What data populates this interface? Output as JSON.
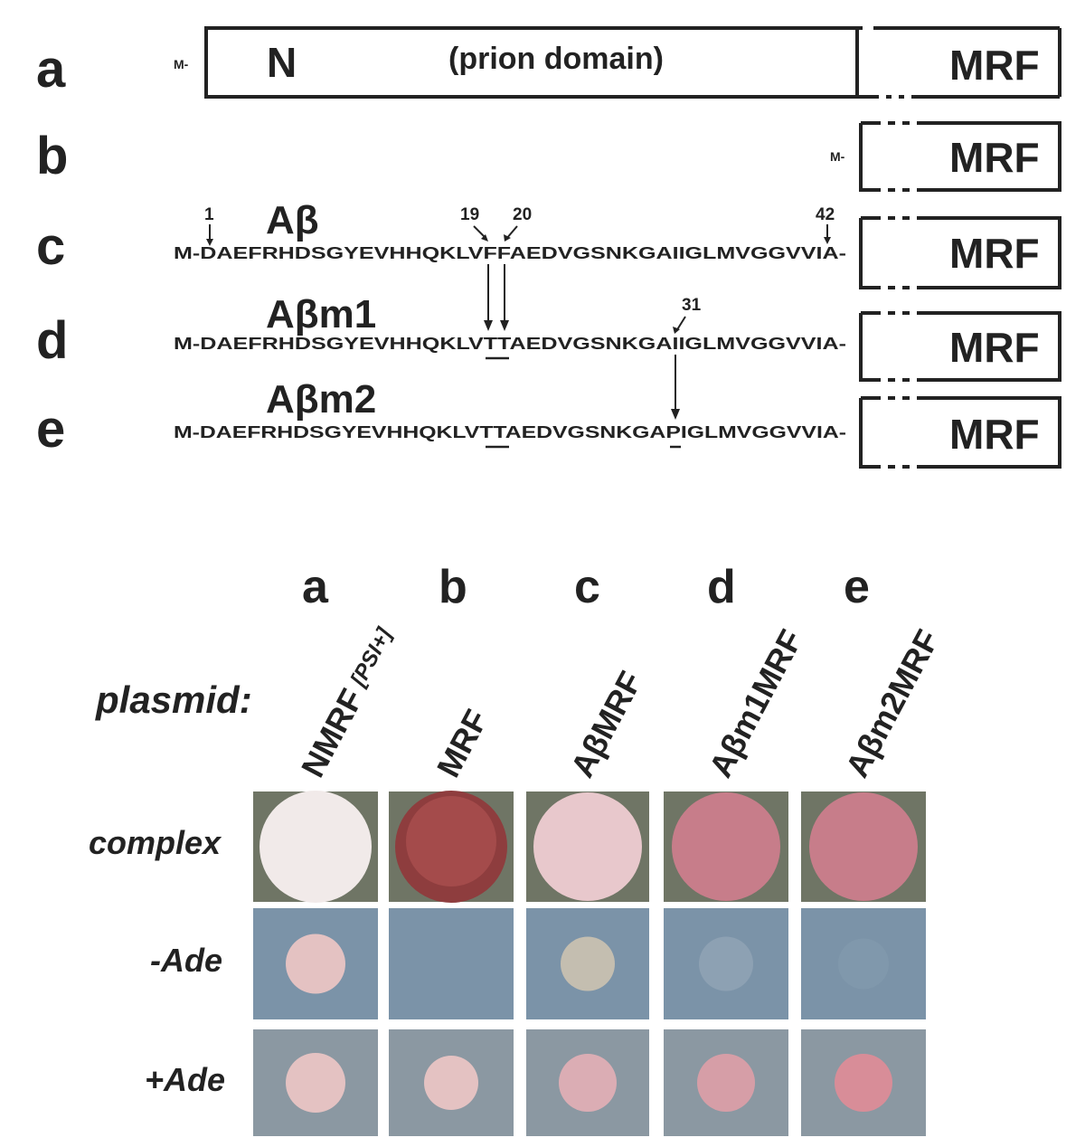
{
  "diagram": {
    "rows": [
      {
        "letter": "a",
        "prefix": "M-",
        "domain_left": "N",
        "domain_mid": "(prion domain)",
        "mrf": "MRF"
      },
      {
        "letter": "b",
        "prefix": "M-",
        "mrf": "MRF"
      },
      {
        "letter": "c",
        "peptide": "Aβ",
        "sequence": "M-DAEFRHDSGYEVHHQKLVFFAEDVGSNKGAIIGLMVGGVVIA-",
        "mrf": "MRF"
      },
      {
        "letter": "d",
        "peptide": "Aβm1",
        "sequence": "M-DAEFRHDSGYEVHHQKLVTTAEDVGSNKGAIIGLMVGGVVIA-",
        "mrf": "MRF"
      },
      {
        "letter": "e",
        "peptide": "Aβm2",
        "sequence": "M-DAEFRHDSGYEVHHQKLVTTAEDVGSNKGAPIGLMVGGVVIA-",
        "mrf": "MRF"
      }
    ],
    "residue_labels": {
      "r1": "1",
      "r19": "19",
      "r20": "20",
      "r42": "42",
      "r31": "31"
    }
  },
  "plates": {
    "columns": [
      "a",
      "b",
      "c",
      "d",
      "e"
    ],
    "plasmid_label": "plasmid:",
    "plasmid_names": [
      "NMRF",
      "MRF",
      "AβMRF",
      "Aβm1MRF",
      "Aβm2MRF"
    ],
    "nmrf_suffix": "[PSI+]",
    "media": [
      "complex",
      "-Ade",
      "+Ade"
    ],
    "colors": {
      "complex_bg": "#6f7565",
      "minus_ade_bg": "#7b93a8",
      "plus_ade_bg": "#8b98a2",
      "white_colony": "#f1eae9",
      "red_colony": "#8e3d3e",
      "pink_colony": "#c77d8a",
      "light_pink_colony": "#e8c8cc",
      "small_colony": "#e4c2c2"
    }
  }
}
